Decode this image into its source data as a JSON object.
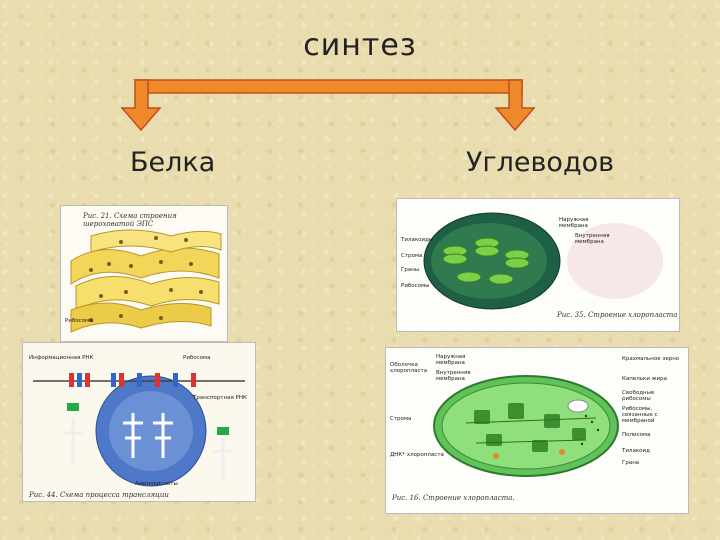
{
  "slide": {
    "title": "синтез",
    "left_word": "Белка",
    "right_word": "Углеводов"
  },
  "figures": {
    "ribosome_er": {
      "caption": "Рис. 21. Схема строения шероховатой ЭПС",
      "label_ribosomes": "Рибосомы"
    },
    "protein_synthesis": {
      "caption": "Рис. 44. Схема процесса трансляции",
      "labels": [
        "Информационная РНК",
        "Рибосома",
        "Транспортная РНК",
        "Аминокислоты"
      ]
    },
    "chloroplast_3d": {
      "caption": "Рис. 35. Строение хлоропласта",
      "labels": [
        "Наружная мембрана",
        "Внутренняя мембрана",
        "Тилакоиды",
        "Строма",
        "Граны",
        "Рибосомы"
      ]
    },
    "chloroplast_section": {
      "caption": "Рис. 16. Строение хлоропласта.",
      "labels_left": [
        "Оболочка хлоропласта",
        "Наружная мембрана",
        "Внутренняя мембрана",
        "Строма",
        "ДНК* хлоропласта"
      ],
      "labels_right": [
        "Крахмальное зерно",
        "Капельки жира",
        "Свободные рибосомы",
        "Рибосомы, связанные с мембраной",
        "Полисома",
        "Тилакоид",
        "Грана"
      ]
    }
  },
  "colors": {
    "arrow_fill": "#ee8a2c",
    "arrow_stroke": "#c0501a"
  }
}
